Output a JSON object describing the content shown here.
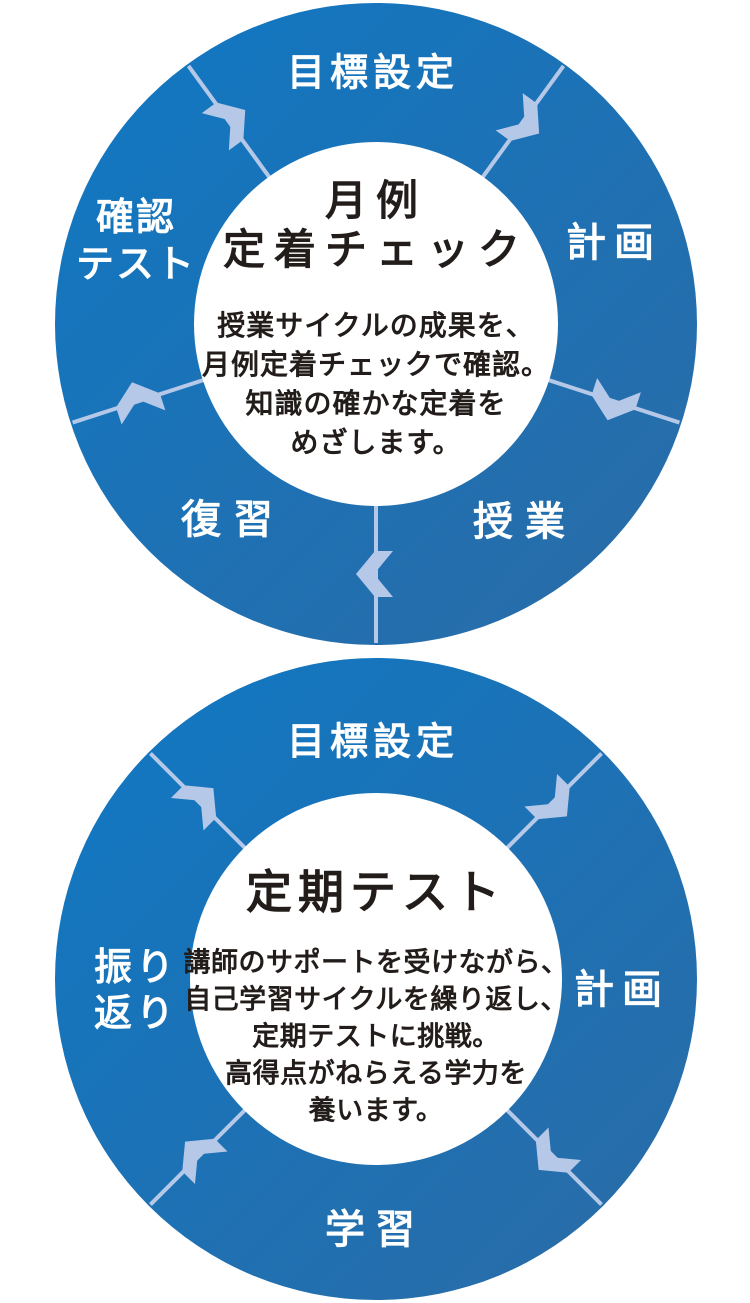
{
  "colors": {
    "ring_gradient_start": "#0f78c3",
    "ring_gradient_end": "#2b6ba6",
    "divider_and_arrow": "#b5c8e8",
    "label_text": "#ffffff",
    "center_text": "#221d1a",
    "center_background": "#ffffff"
  },
  "diagram1": {
    "name": "monthly-retention-check-cycle",
    "center_title_line1": "月例",
    "center_title_line2": "定着チェック",
    "description_lines": [
      "授業サイクルの成果を、",
      "月例定着チェックで確認。",
      "知識の確かな定着を",
      "めざします。"
    ],
    "labels": {
      "top": "目標設定",
      "right": "計画",
      "bottom_right": "授業",
      "bottom_left": "復習",
      "left_line1": "確認",
      "left_line2": "テスト"
    },
    "flow_direction": "clockwise",
    "segment_count": 5
  },
  "diagram2": {
    "name": "periodic-test-cycle",
    "center_title": "定期テスト",
    "description_lines": [
      "講師のサポートを受けながら、",
      "自己学習サイクルを繰り返し、",
      "定期テストに挑戦。",
      "高得点がねらえる学力を",
      "養います。"
    ],
    "labels": {
      "top": "目標設定",
      "right": "計画",
      "bottom": "学習",
      "left_line1": "振り",
      "left_line2": "返り"
    },
    "flow_direction": "clockwise",
    "segment_count": 4
  }
}
